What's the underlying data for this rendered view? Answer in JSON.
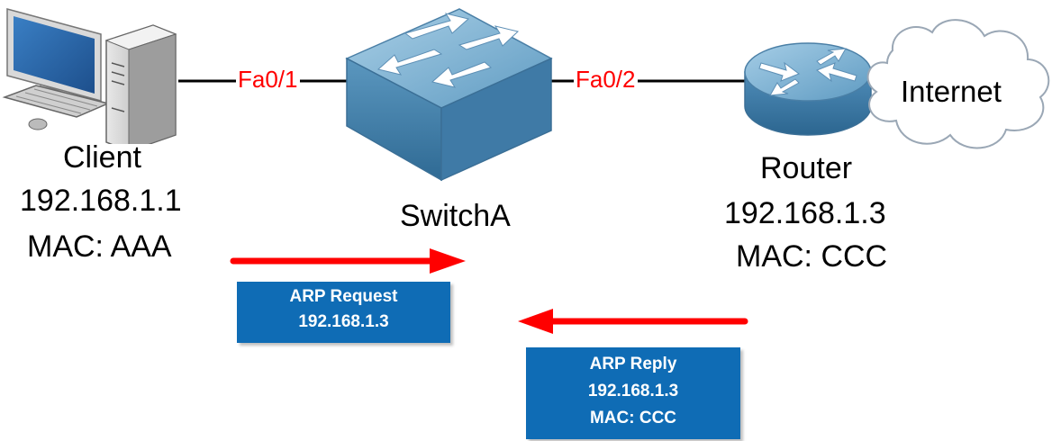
{
  "client": {
    "name": "Client",
    "ip": "192.168.1.1",
    "mac": "MAC: AAA"
  },
  "switch": {
    "name": "SwitchA",
    "port_left": "Fa0/1",
    "port_right": "Fa0/2"
  },
  "router": {
    "name": "Router",
    "ip": "192.168.1.3",
    "mac": "MAC: CCC"
  },
  "cloud": {
    "label": "Internet"
  },
  "arp_request": {
    "line1": "ARP Request",
    "line2": "192.168.1.3"
  },
  "arp_reply": {
    "line1": "ARP Reply",
    "line2": "192.168.1.3",
    "line3": "MAC: CCC"
  },
  "colors": {
    "arrow": "#ff0000",
    "box": "#0f6cb5",
    "port_label": "#ff0000"
  }
}
